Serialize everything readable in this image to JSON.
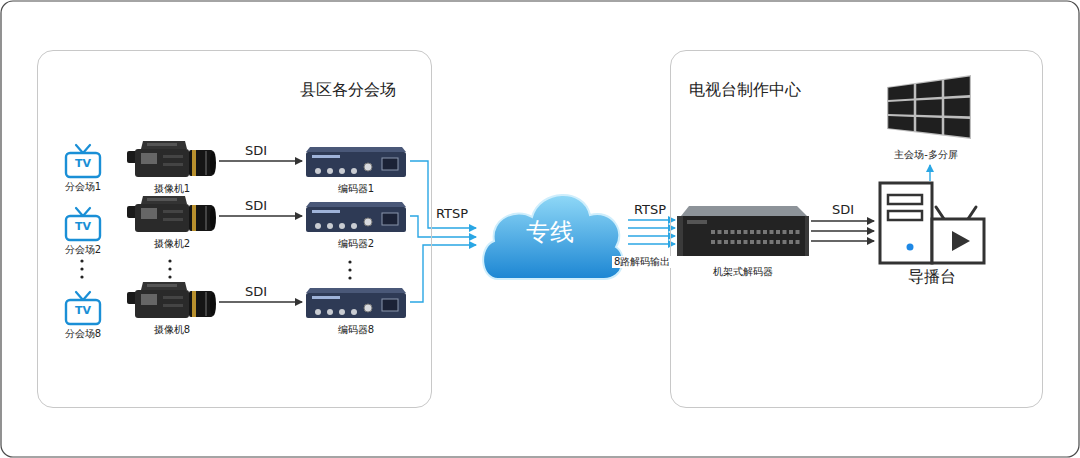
{
  "diagram": {
    "nodes": [
      {
        "text": [
          "县区各分会场"
        ]
      },
      {
        "text": [
          "TV",
          "分会场1"
        ],
        "in": 0
      },
      {
        "text": [
          "摄像机1"
        ],
        "in": 0
      },
      {
        "text": [
          "编码器1"
        ],
        "in": 0
      },
      {
        "text": [
          "TV",
          "分会场2"
        ],
        "in": 0
      },
      {
        "text": [
          "摄像机2"
        ],
        "in": 0
      },
      {
        "text": [
          "编码器2"
        ],
        "in": 0
      },
      {
        "text": [
          "TV",
          "分会场8"
        ],
        "in": 0
      },
      {
        "text": [
          "摄像机8"
        ],
        "in": 0
      },
      {
        "text": [
          "编码器8"
        ],
        "in": 0
      },
      {
        "text": [
          "专线"
        ]
      },
      {
        "text": [
          "电视台制作中心"
        ]
      },
      {
        "text": [
          "机架式解码器"
        ],
        "in": 11
      },
      {
        "text": [
          "主会场-多分屏"
        ],
        "in": 11
      },
      {
        "text": [
          "导播台"
        ],
        "in": 11
      }
    ],
    "edges": [
      {
        "from": 2,
        "to": 3,
        "label": "SDI",
        "arrow": "to"
      },
      {
        "from": 5,
        "to": 6,
        "label": "SDI",
        "arrow": "to"
      },
      {
        "from": 8,
        "to": 9,
        "label": "SDI",
        "arrow": "to"
      },
      {
        "from": 3,
        "to": 10,
        "label": "RTSP",
        "arrow": "to"
      },
      {
        "from": 6,
        "to": 10,
        "arrow": "to"
      },
      {
        "from": 9,
        "to": 10,
        "arrow": "to"
      },
      {
        "from": 10,
        "to": 12,
        "label": "RTSP",
        "arrow": "to"
      },
      {
        "from": 12,
        "to": 14,
        "label": "SDI",
        "arrow": "to"
      },
      {
        "from": 14,
        "to": 13,
        "arrow": "to"
      }
    ],
    "labels": [
      "8路解码输出"
    ]
  }
}
